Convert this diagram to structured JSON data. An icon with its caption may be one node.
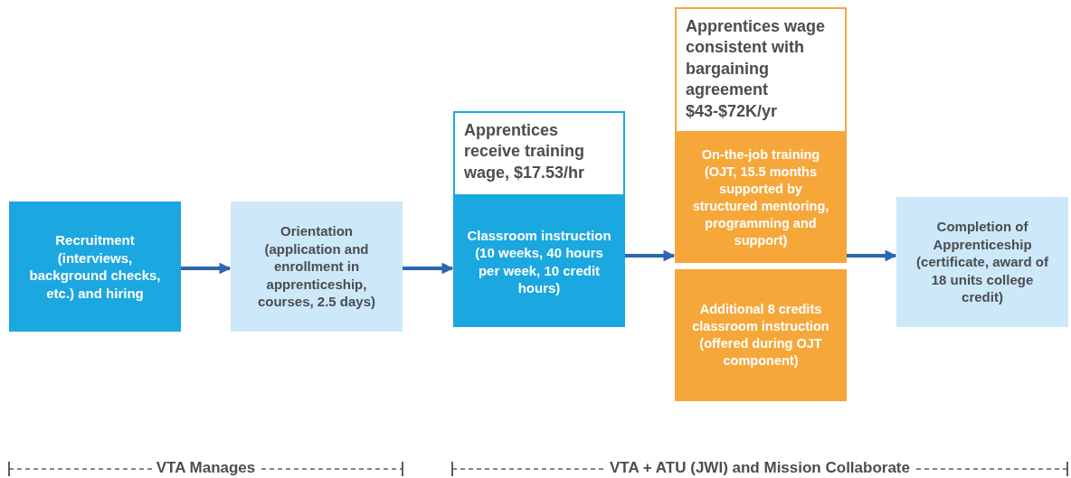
{
  "diagram": {
    "nodes": [
      {
        "text": [
          "Recruitment (interviews, background checks, etc.) and hiring"
        ]
      },
      {
        "text": [
          "Orientation (application and enrollment in apprenticeship, courses, 2.5 days)"
        ]
      },
      {
        "text": [
          "Apprentices receive training wage, $17.53/hr"
        ]
      },
      {
        "text": [
          "Classroom instruction (10 weeks, 40 hours per week, 10 credit hours)"
        ]
      },
      {
        "text": [
          "Apprentices wage consistent with bargaining agreement $43-$72K/yr"
        ]
      },
      {
        "text": [
          "On-the-job training (OJT, 15.5 months supported by structured mentoring, programming and support)"
        ]
      },
      {
        "text": [
          "Additional 8 credits classroom instruction (offered during OJT component)"
        ]
      },
      {
        "text": [
          "Completion of Apprenticeship (certificate, award of 18 units college credit)"
        ]
      }
    ],
    "edges": [
      {
        "from": 0,
        "to": 1,
        "arrow": "to"
      },
      {
        "from": 1,
        "to": 3,
        "arrow": "to"
      },
      {
        "from": 3,
        "to": 5,
        "arrow": "to"
      },
      {
        "from": 5,
        "to": 7,
        "arrow": "to"
      }
    ],
    "labels": [
      "VTA Manages",
      "VTA + ATU (JWI) and Mission Collaborate"
    ]
  }
}
